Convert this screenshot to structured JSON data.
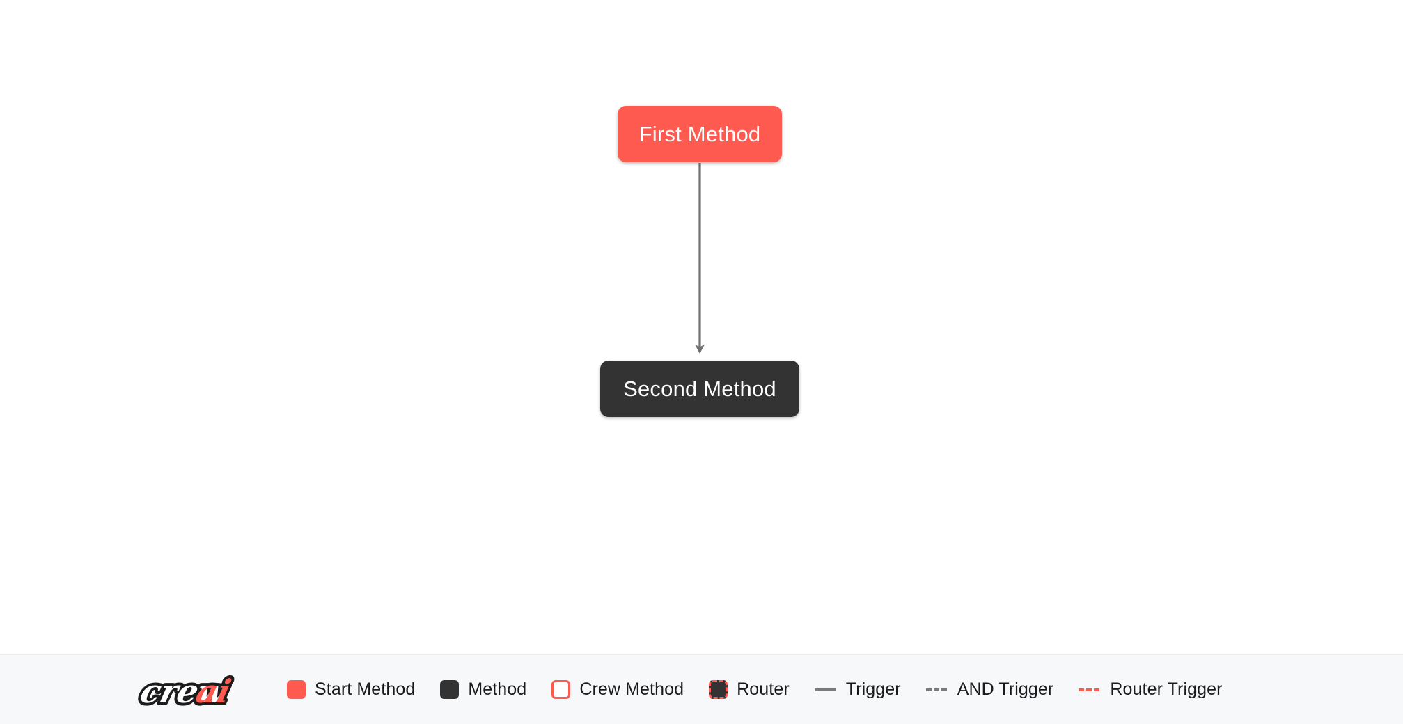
{
  "canvas": {
    "background": "#ffffff",
    "nodes": [
      {
        "id": "first-method",
        "label": "First Method",
        "type": "start-method",
        "color": "#ff5a50"
      },
      {
        "id": "second-method",
        "label": "Second Method",
        "type": "method",
        "color": "#333333"
      }
    ],
    "edges": [
      {
        "from": "first-method",
        "to": "second-method",
        "type": "trigger",
        "style": "solid",
        "color": "#707070"
      }
    ]
  },
  "legend": {
    "brand": {
      "name": "crewai-logo",
      "text_primary": "crew",
      "text_accent": "ai",
      "accent_color": "#ff5a50"
    },
    "items": [
      {
        "key": "start-method",
        "label": "Start Method",
        "marker": "square-filled",
        "color": "#ff5a50"
      },
      {
        "key": "method",
        "label": "Method",
        "marker": "square-filled",
        "color": "#333333"
      },
      {
        "key": "crew-method",
        "label": "Crew Method",
        "marker": "square-outline",
        "color": "#ff5a50"
      },
      {
        "key": "router",
        "label": "Router",
        "marker": "square-dashed",
        "color": "#ff5a50"
      },
      {
        "key": "trigger",
        "label": "Trigger",
        "marker": "line-solid",
        "color": "#7a7a7a"
      },
      {
        "key": "and-trigger",
        "label": "AND Trigger",
        "marker": "line-dashed",
        "color": "#7a7a7a"
      },
      {
        "key": "router-trigger",
        "label": "Router Trigger",
        "marker": "line-dashed",
        "color": "#ff5a50"
      }
    ]
  }
}
